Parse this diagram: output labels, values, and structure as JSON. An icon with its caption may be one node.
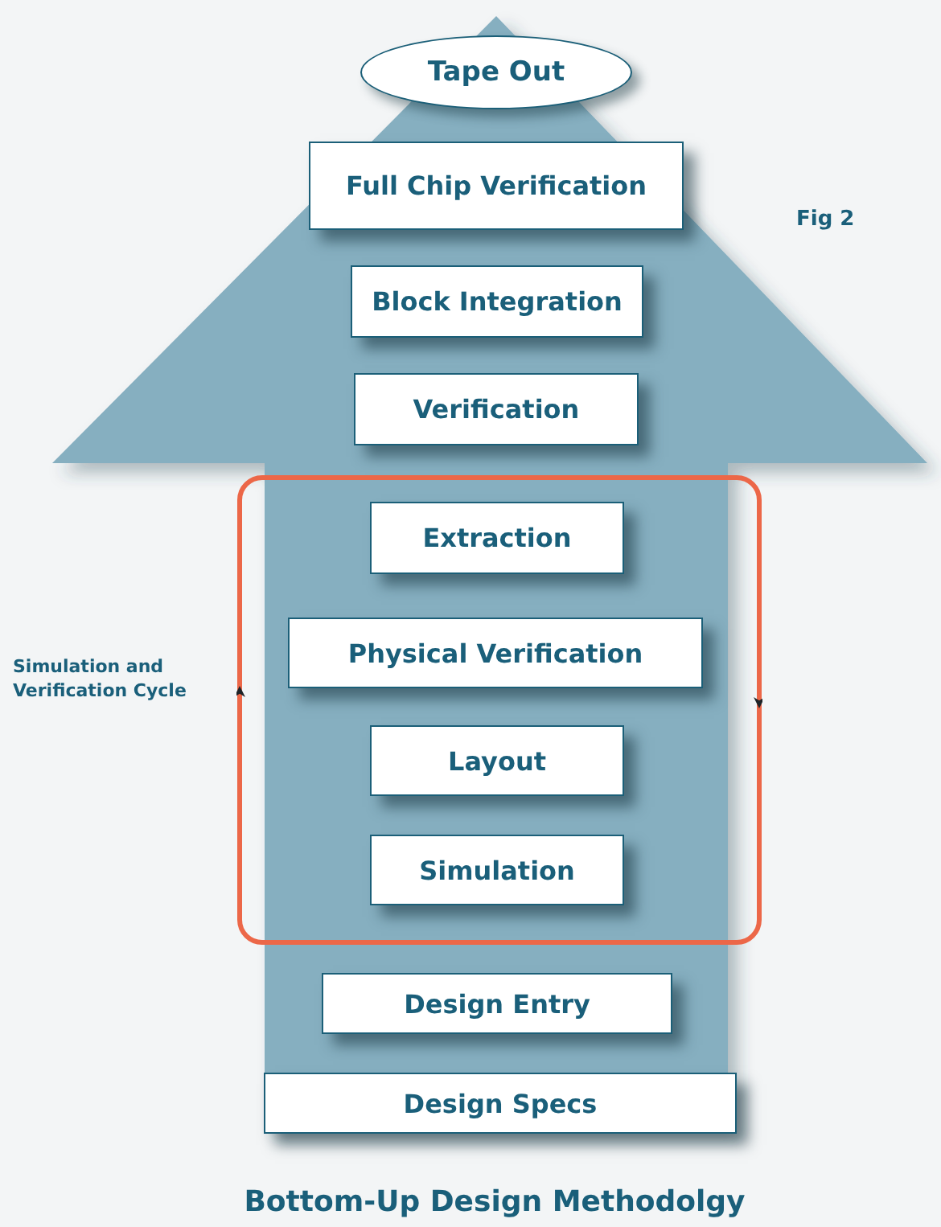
{
  "diagram": {
    "caption": "Bottom-Up Design Methodolgy",
    "nodes": [
      {
        "text": [
          "Tape Out"
        ]
      },
      {
        "text": [
          "Full Chip Verification"
        ]
      },
      {
        "text": [
          "Block Integration"
        ]
      },
      {
        "text": [
          "Verification"
        ]
      },
      {
        "text": [],
        "shape": "box",
        "beside": [
          "Simulation and Verification Cycle"
        ]
      },
      {
        "text": [
          "Extraction"
        ],
        "in": 4
      },
      {
        "text": [
          "Physical Verification"
        ],
        "in": 4
      },
      {
        "text": [
          "Layout"
        ],
        "in": 4
      },
      {
        "text": [
          "Simulation"
        ],
        "in": 4
      },
      {
        "text": [
          "Design Entry"
        ]
      },
      {
        "text": [
          "Design Specs"
        ]
      }
    ],
    "edges": [
      {
        "from": 10,
        "to": 0,
        "arrow": "to",
        "style": "thick"
      }
    ],
    "labels": [
      "Fig 2"
    ]
  }
}
